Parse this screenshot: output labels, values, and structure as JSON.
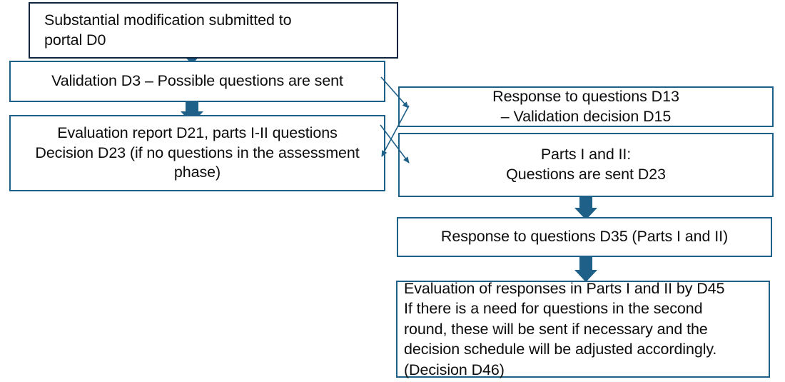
{
  "diagram": {
    "title": "Substantial modification assessment timeline flowchart",
    "colors": {
      "box_border": "#1F6088",
      "top_box_border": "#10243D",
      "arrow": "#1F6088",
      "text": "#0d0d0d",
      "background": "#ffffff"
    },
    "nodes": [
      {
        "id": "submitted",
        "text": "Substantial modification submitted to\nportal D0",
        "align": "left"
      },
      {
        "id": "validation",
        "text": "Validation D3 – Possible questions are sent",
        "align": "center"
      },
      {
        "id": "evaluation",
        "text": "Evaluation report D21, parts I-II questions\nDecision D23 (if no questions in the assessment\nphase)",
        "align": "center"
      },
      {
        "id": "response13",
        "text": "Response to questions D13\n– Validation decision D15",
        "align": "center"
      },
      {
        "id": "parts",
        "text": "Parts I and II:\nQuestions are sent D23",
        "align": "center"
      },
      {
        "id": "response35",
        "text": "Response to questions D35 (Parts I and II)",
        "align": "center"
      },
      {
        "id": "evalresp",
        "text": "Evaluation of responses in Parts I and II by D45\nIf there is a need for questions in the second\nround, these will be sent if necessary and the\ndecision schedule will be adjusted accordingly.\n(Decision D46)",
        "align": "left"
      }
    ],
    "connectors": [
      {
        "id": "submitted-to-validation",
        "kind": "block-arrow-down"
      },
      {
        "id": "validation-to-evaluation",
        "kind": "block-arrow-down"
      },
      {
        "id": "validation-to-response13",
        "kind": "thin-arrow-diagonal"
      },
      {
        "id": "response13-to-evaluation",
        "kind": "thin-arrow-diagonal"
      },
      {
        "id": "validation-to-parts",
        "kind": "thin-arrow-diagonal"
      },
      {
        "id": "parts-to-response35",
        "kind": "block-arrow-down"
      },
      {
        "id": "response35-to-evalresp",
        "kind": "block-arrow-down"
      }
    ]
  }
}
